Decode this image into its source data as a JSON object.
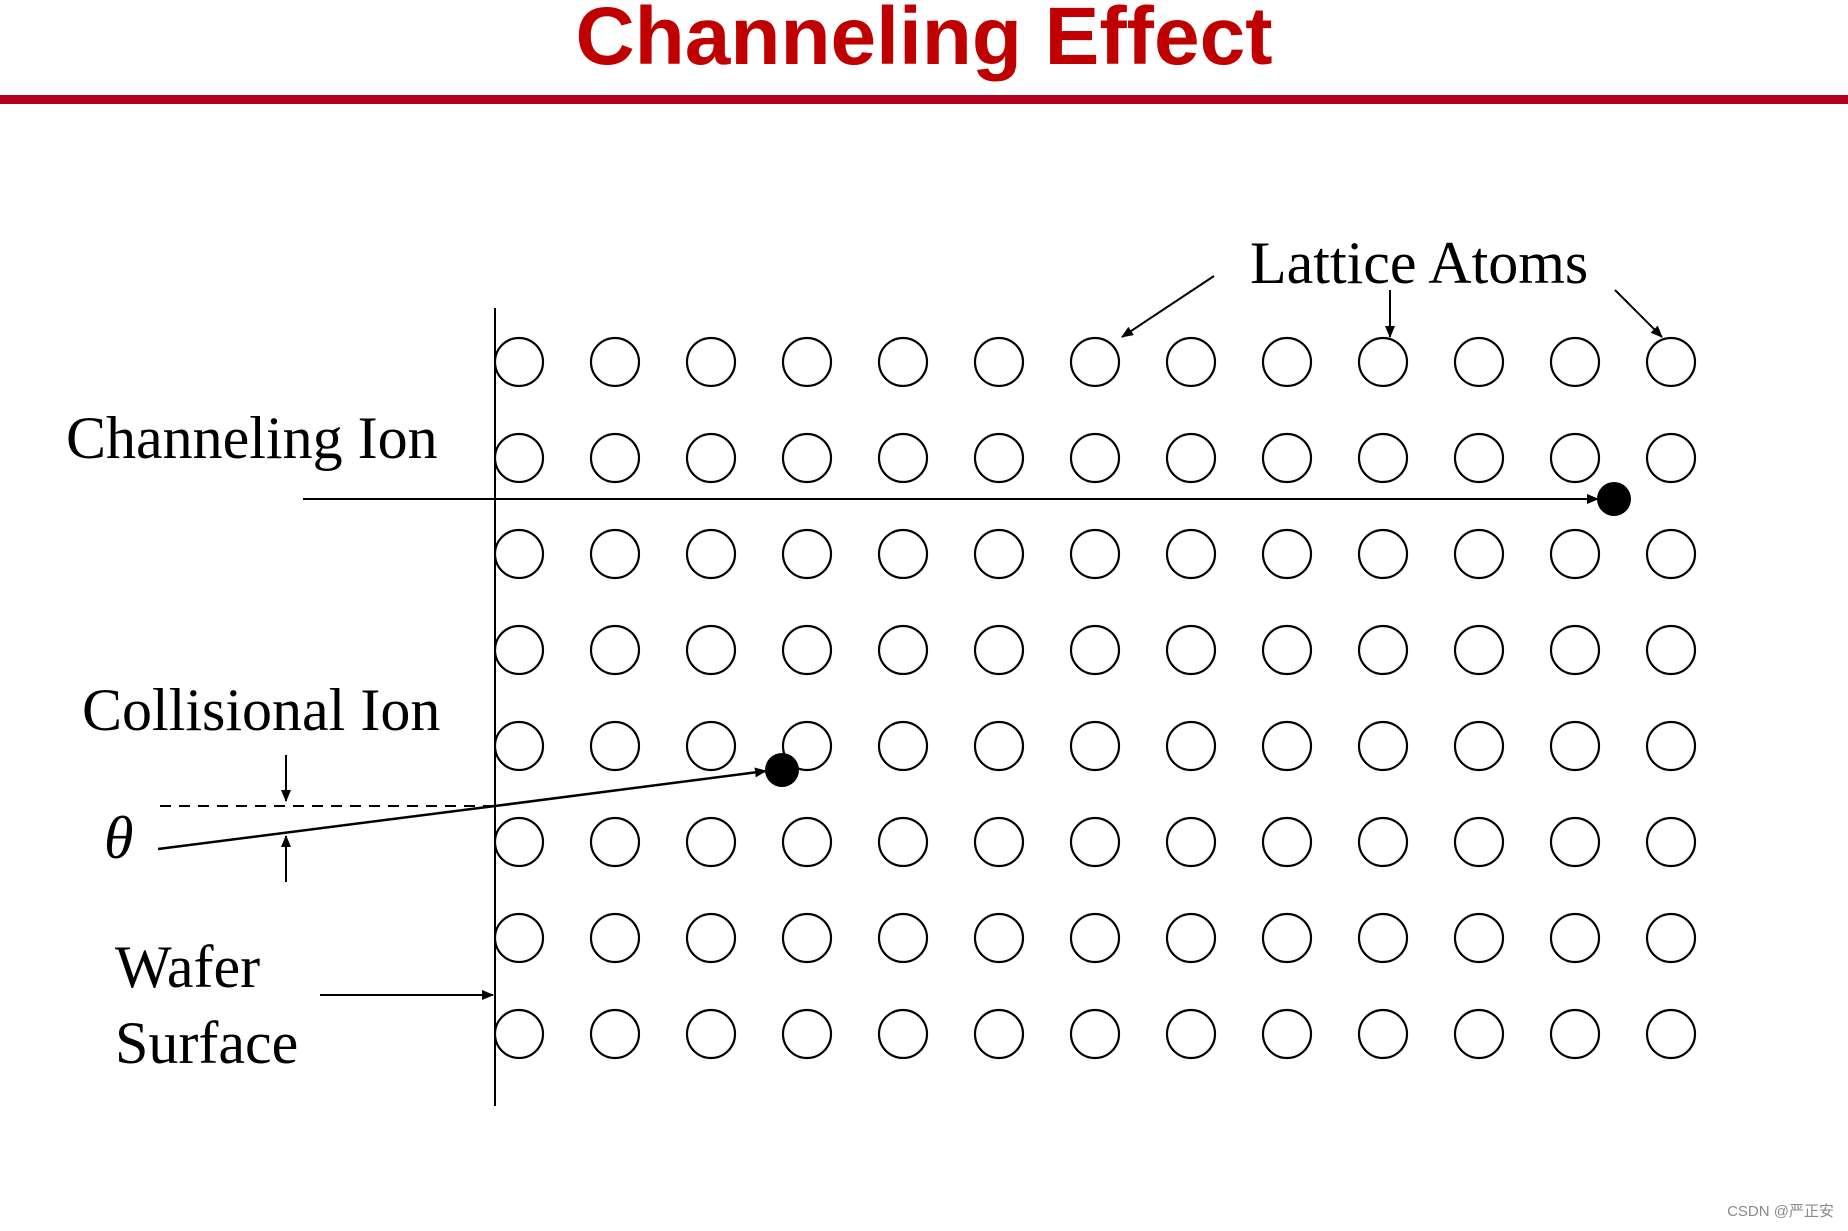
{
  "title": "Channeling Effect",
  "labels": {
    "lattice_atoms": "Lattice Atoms",
    "channeling_ion": "Channeling Ion",
    "collisional_ion": "Collisional Ion",
    "theta": "θ",
    "wafer_line1": "Wafer",
    "wafer_line2": "Surface"
  },
  "lattice": {
    "rows": 8,
    "columns": 13
  },
  "watermark": "CSDN @严正安",
  "colors": {
    "title": "#c00000",
    "rule": "#b4001e",
    "ink": "#000000"
  }
}
